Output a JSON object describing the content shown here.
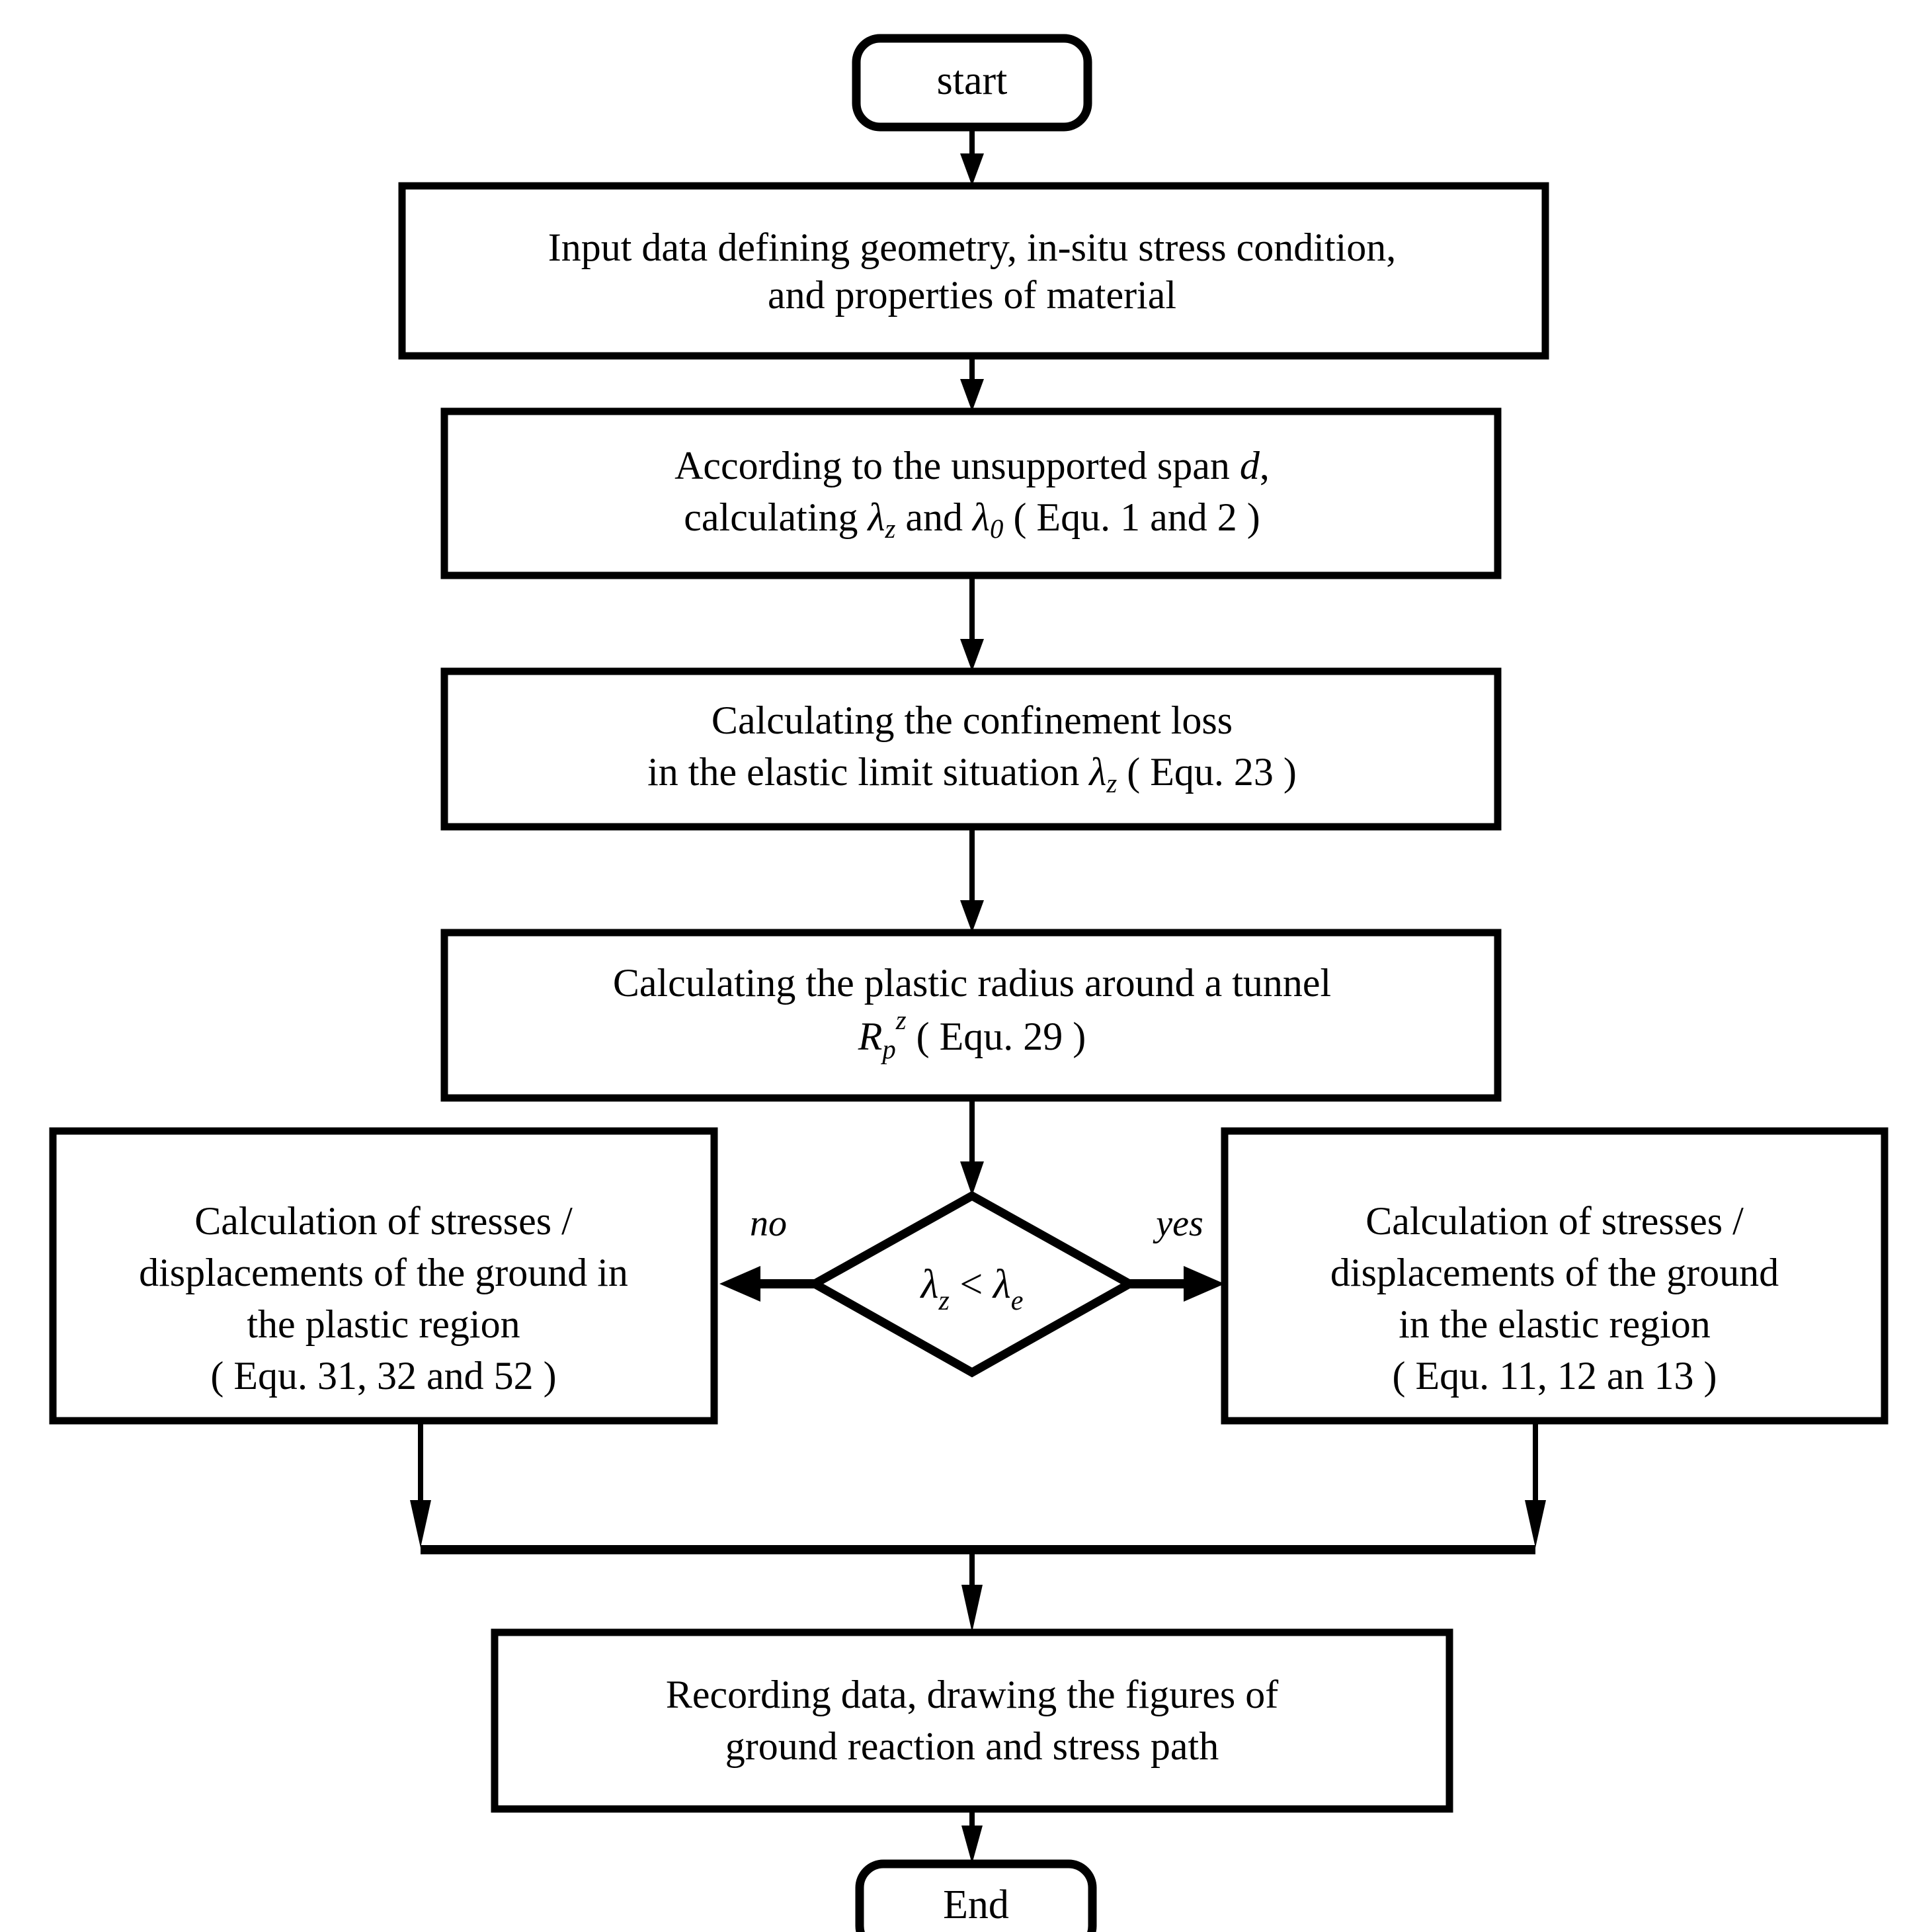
{
  "diagram": {
    "title": "Tunnel convergence-confinement calculation flowchart",
    "type": "flowchart",
    "stroke_color": "#000000",
    "fill_color": "#ffffff",
    "background": "#ffffff"
  },
  "nodes": {
    "start": {
      "shape": "rounded-rectangle",
      "label": "start"
    },
    "input_data": {
      "shape": "rectangle",
      "line1": "Input data defining geometry, in-situ stress condition,",
      "line2": "and properties of material"
    },
    "unsupported_span": {
      "shape": "rectangle",
      "line1_a": "According to the unsupported span ",
      "line1_var": "d",
      "line1_b": ",",
      "line2_a": "calculating ",
      "line2_lambda1": "λ",
      "line2_sub1": "z",
      "line2_b": " and ",
      "line2_lambda2": "λ",
      "line2_sub2": "0",
      "line2_c": " ( Equ. 1 and 2 )"
    },
    "confinement_loss": {
      "shape": "rectangle",
      "line1": "Calculating the confinement loss",
      "line2_a": "in the elastic limit situation ",
      "line2_lambda": "λ",
      "line2_sub": "z",
      "line2_b": " ( Equ. 23 )"
    },
    "plastic_radius": {
      "shape": "rectangle",
      "line1": "Calculating the plastic radius around a tunnel",
      "line2_var": "R",
      "line2_sub": "p",
      "line2_sup": "z",
      "line2_rest": " ( Equ. 29 )"
    },
    "decision": {
      "shape": "diamond",
      "lambda1": "λ",
      "sub1": "z",
      "operator": " < ",
      "lambda2": "λ",
      "sub2": "e",
      "label_no": "no",
      "label_yes": "yes"
    },
    "plastic_region": {
      "shape": "rectangle",
      "line1": "Calculation of  stresses /",
      "line2": "displacements of the ground in",
      "line3": "the plastic region",
      "line4": "( Equ. 31, 32 and 52 )"
    },
    "elastic_region": {
      "shape": "rectangle",
      "line1": "Calculation of stresses /",
      "line2": "displacements of the ground",
      "line3": "in the elastic region",
      "line4": "( Equ. 11, 12 an 13 )"
    },
    "recording": {
      "shape": "rectangle",
      "line1": "Recording data, drawing the figures of",
      "line2": "ground reaction and stress path"
    },
    "end": {
      "shape": "rounded-rectangle",
      "label": "End"
    }
  },
  "edges": [
    {
      "from": "start",
      "to": "input_data",
      "label": ""
    },
    {
      "from": "input_data",
      "to": "unsupported_span",
      "label": ""
    },
    {
      "from": "unsupported_span",
      "to": "confinement_loss",
      "label": ""
    },
    {
      "from": "confinement_loss",
      "to": "plastic_radius",
      "label": ""
    },
    {
      "from": "plastic_radius",
      "to": "decision",
      "label": ""
    },
    {
      "from": "decision",
      "to": "plastic_region",
      "label": "no"
    },
    {
      "from": "decision",
      "to": "elastic_region",
      "label": "yes"
    },
    {
      "from": "plastic_region",
      "to": "recording",
      "label": ""
    },
    {
      "from": "elastic_region",
      "to": "recording",
      "label": ""
    },
    {
      "from": "recording",
      "to": "end",
      "label": ""
    }
  ]
}
